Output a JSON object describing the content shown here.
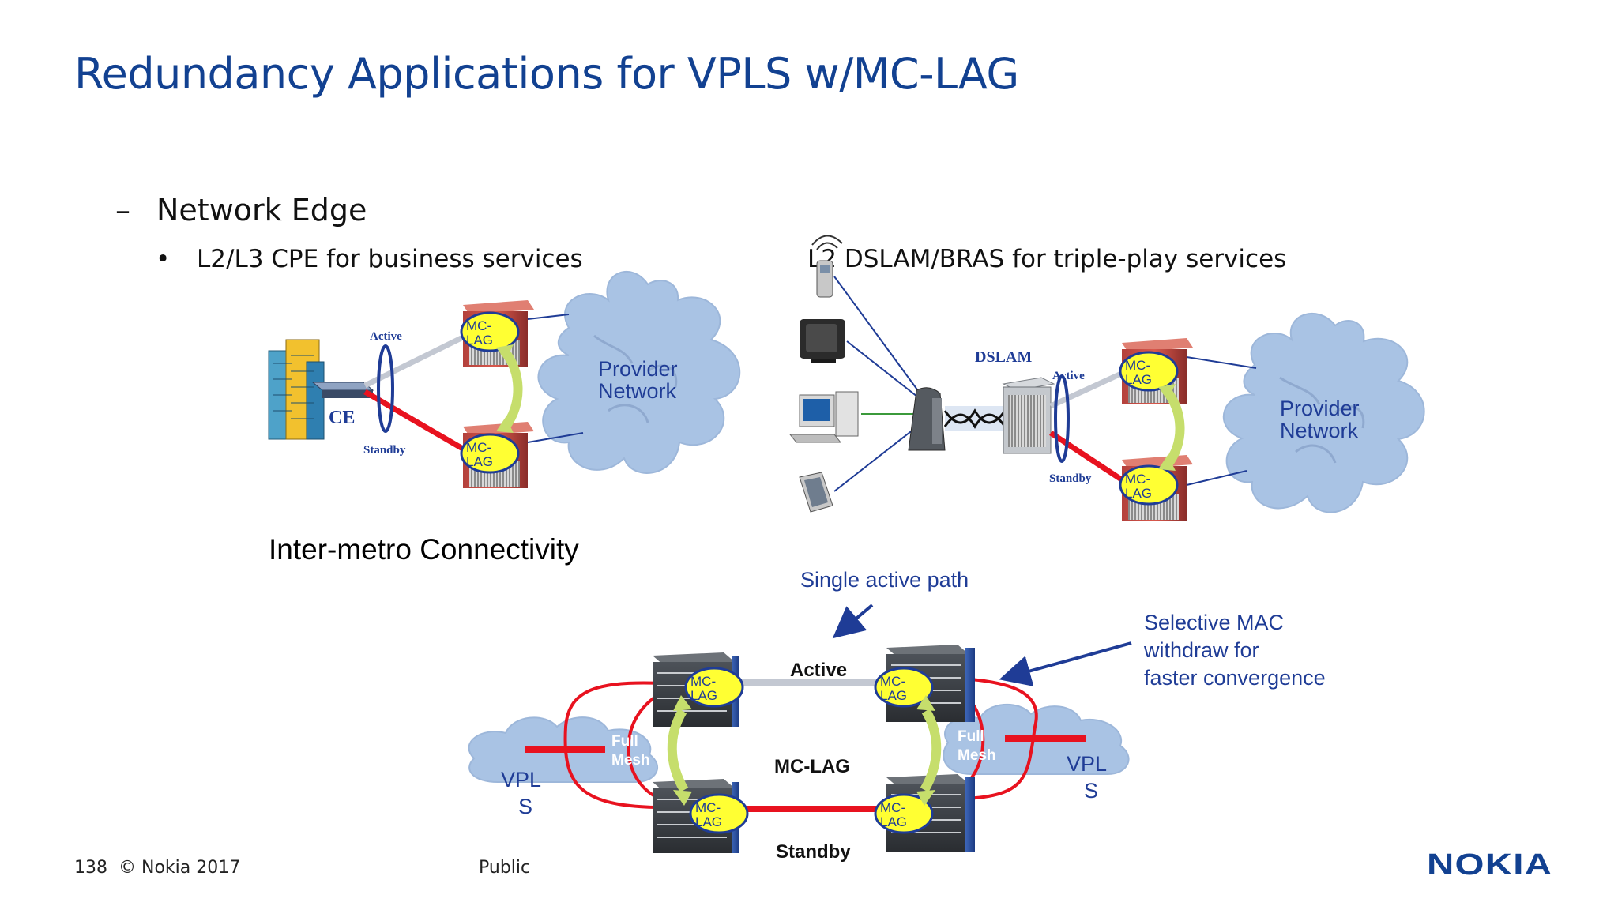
{
  "slide": {
    "title": "Redundancy Applications for VPLS w/MC-LAG",
    "bullet_level1": "Network Edge",
    "bullet_level1_marker": "–",
    "bullet_level2_marker": "•",
    "bullet_level2_left": "L2/L3 CPE for business services",
    "bullet_level2_right": "L2 DSLAM/BRAS for triple-play services",
    "section_heading": "Inter-metro Connectivity"
  },
  "diagram_cpe": {
    "provider_line1": "Provider",
    "provider_line2": "Network",
    "active_label": "Active",
    "standby_label": "Standby",
    "ce_label": "CE",
    "mclag_top_line1": "MC-",
    "mclag_top_line2": "LAG",
    "mclag_bottom_line1": "MC-",
    "mclag_bottom_line2": "LAG"
  },
  "diagram_dslam": {
    "dslam_label": "DSLAM",
    "active_label": "Active",
    "standby_label": "Standby",
    "provider_line1": "Provider",
    "provider_line2": "Network",
    "mclag_top_line1": "MC-",
    "mclag_top_line2": "LAG",
    "mclag_bottom_line1": "MC-",
    "mclag_bottom_line2": "LAG"
  },
  "diagram_metro": {
    "single_active_path": "Single active path",
    "selective_line1": "Selective MAC",
    "selective_line2": "withdraw for",
    "selective_line3": "faster convergence",
    "active_label": "Active",
    "standby_label": "Standby",
    "mclag_center": "MC-LAG",
    "full_mesh_left_line1": "Full",
    "full_mesh_left_line2": "Mesh",
    "full_mesh_right_line1": "Full",
    "full_mesh_right_line2": "Mesh",
    "vpls_left_line1": "VPL",
    "vpls_left_line2": "S",
    "vpls_right_line1": "VPL",
    "vpls_right_line2": "S",
    "mclag_tl_line1": "MC-",
    "mclag_tl_line2": "LAG",
    "mclag_tr_line1": "MC-",
    "mclag_tr_line2": "LAG",
    "mclag_bl_line1": "MC-",
    "mclag_bl_line2": "LAG",
    "mclag_br_line1": "MC-",
    "mclag_br_line2": "LAG"
  },
  "footer": {
    "page_number": "138",
    "copyright": "© Nokia 2017",
    "classification": "Public",
    "logo": "NOKIA"
  },
  "colors": {
    "title_blue": "#124191",
    "label_blue": "#1f3c96",
    "link_red": "#e8121f",
    "link_gray": "#c3c8d2",
    "cloud_blue": "#a9c3e4",
    "arrow_green": "#c6de6c",
    "mclag_yellow": "#ffff33"
  }
}
